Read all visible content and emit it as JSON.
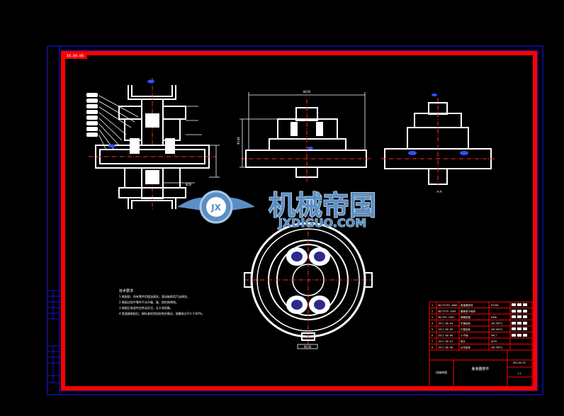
{
  "drawing": {
    "sheet_tag": "XX-00-00",
    "dimensions": {
      "top_view_width": "Φ240",
      "top_view_height": "Φ148",
      "bottom_note": "Φ136",
      "left_callout": "Φ36"
    },
    "tech_notes": {
      "heading": "技术要求",
      "lines": [
        "1.装配前，所有零件用煤油清洗，滚动轴承用汽油清洗。",
        "2.装配过程中零件不允许磕、碰、划伤和锈蚀。",
        "3.装配后各部件应转动灵活，无卡滞现象。",
        "4.差速器装配后，按标准检验齿轮啮合情况，接触斑点不少于60%。"
      ]
    },
    "side_label": "A-A",
    "title_block": {
      "drawing_title": "差速器部件",
      "drawing_number": "JXCJ-00-00",
      "sheet": "1:1",
      "school": "机械帝国",
      "parts": [
        [
          "1",
          "GB/T5783-2000",
          "差速器壳体",
          "1",
          "HT200"
        ],
        [
          "2",
          "GB/T276-1994",
          "圆锥滚子轴承",
          "2",
          ""
        ],
        [
          "3",
          "GB/T93-1987",
          "弹簧垫圈",
          "8",
          "65Mn"
        ],
        [
          "4",
          "JXCJ-00-04",
          "半轴齿轮",
          "2",
          "20CrMnTi"
        ],
        [
          "5",
          "JXCJ-00-05",
          "行星齿轮",
          "2",
          "20CrMnTi"
        ],
        [
          "6",
          "JXCJ-00-06",
          "十字轴",
          "1",
          "40Cr"
        ],
        [
          "7",
          "JXCJ-00-07",
          "垫片",
          "2",
          "Q235"
        ],
        [
          "8",
          "JXCJ-00-08",
          "从动齿轮",
          "1",
          "20CrMnTi"
        ]
      ]
    }
  },
  "watermark": {
    "cn_text": "机械帝国",
    "en_text": "JXDIGUO.COM",
    "logo_letters": "JX"
  },
  "colors": {
    "frame_blue": "#1a1aff",
    "border_red": "#ff0000",
    "line_white": "#ffffff",
    "watermark_blue": "#5a8fc4"
  }
}
